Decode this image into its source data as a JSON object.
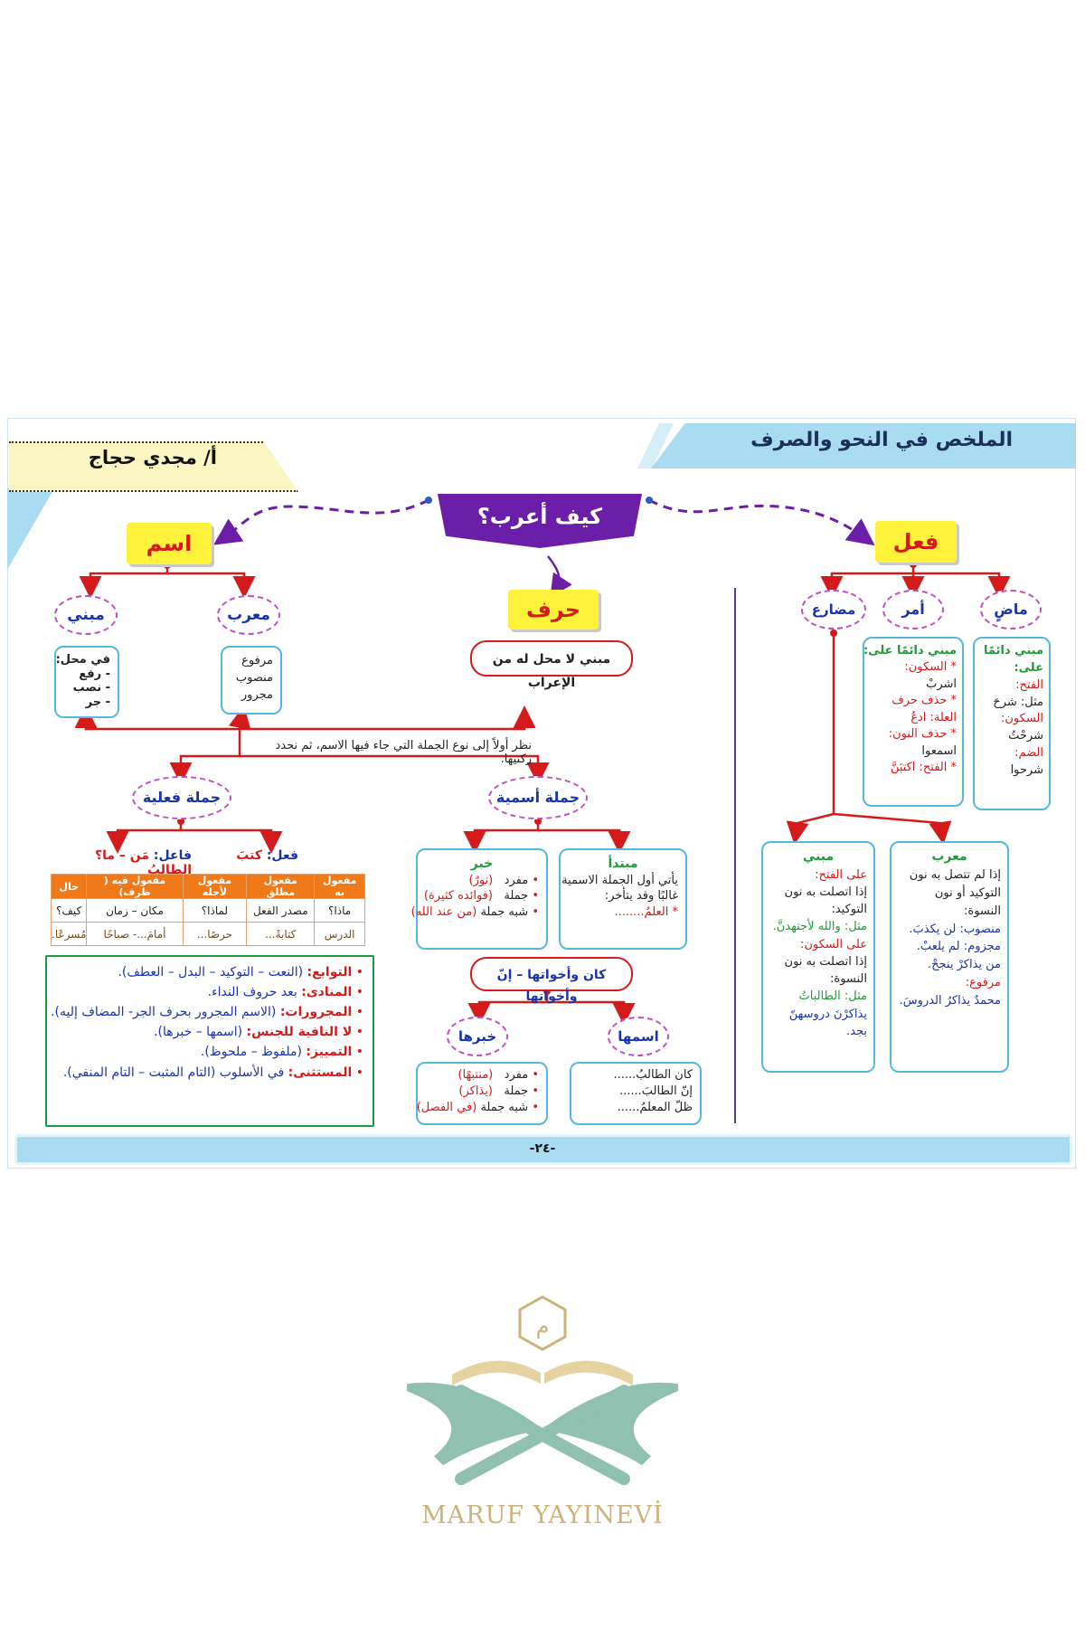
{
  "header": {
    "title": "الملخص في النحو والصرف",
    "author": "أ/ مجدي حجاج"
  },
  "center": {
    "question": "كيف أعرب؟",
    "harf": "حرف",
    "harf_desc": "مبني لا محل له من الإعراب"
  },
  "ism": {
    "title": "اسم",
    "mabni": "مبني",
    "murab": "معرب",
    "mabni_box": [
      "في محل:",
      "- رفع",
      "- نصب",
      "- جر"
    ],
    "murab_box": [
      "مرفوع",
      "منصوب",
      "مجرور"
    ]
  },
  "note": "نظر أولاً إلى نوع الجملة التي جاء فيها الاسم، ثم نحدد ركنيها.",
  "nominal": {
    "title": "جملة أسمية",
    "mubtada_title": "مبتدأ",
    "mubtada_lines": [
      "يأتي أول الجملة الاسمية",
      "غالبًا وقد يتأخر:",
      "* العلمُ........"
    ],
    "khabar_title": "خبر",
    "khabar_lines": [
      {
        "label": "مفرد",
        "ex": "(نورٌ)"
      },
      {
        "label": "جملة",
        "ex": "(فوائده كثيرة)"
      },
      {
        "label": "شبه جملة",
        "ex": "(من عند الله)"
      }
    ]
  },
  "verbal": {
    "title": "جملة فعلية",
    "fil": "فعل:",
    "fil_ex": "كتبَ",
    "fail": "فاعل:",
    "fail_ex": "مَن – ما؟ الطالبُ",
    "table_headers": [
      "مفعول به",
      "مفعول مطلق",
      "مفعول لأجله",
      "مفعول فيه ( ظرف)",
      "حال"
    ],
    "table_q": [
      "ماذا؟",
      "مصدر الفعل",
      "لماذا؟",
      "مكان – زمان",
      "كيف؟"
    ],
    "table_ex": [
      "الدرس",
      "كتابةً...",
      "حرصًا...",
      "أمامَ...- صباحًا",
      "مُسرعًا."
    ]
  },
  "kana": {
    "title": "كان وأخواتها – إنّ وأخواتها",
    "ism": "اسمها",
    "khabar": "خبرها",
    "ism_lines": [
      "كان الطالبُ......",
      "إنّ الطالبَ......",
      "ظلّ المعلمُ......"
    ],
    "khabar_lines": [
      {
        "label": "مفرد",
        "ex": "(منتبهًا)"
      },
      {
        "label": "جملة",
        "ex": "(يذاكر)"
      },
      {
        "label": "شبه جملة",
        "ex": "(في الفصل)"
      }
    ]
  },
  "green": [
    {
      "k": "التوابع:",
      "v": "(النعت – التوكيد – البدل – العطف)."
    },
    {
      "k": "المنادى:",
      "v": "بعد حروف النداء."
    },
    {
      "k": "المجرورات:",
      "v": "(الاسم المجرور بحرف الجر- المضاف إليه)."
    },
    {
      "k": "لا النافية للجنس:",
      "v": "(اسمها – خبرها)."
    },
    {
      "k": "التمييز:",
      "v": "(ملفوظ – ملحوظ)."
    },
    {
      "k": "المستثنى:",
      "v": "في الأسلوب (التام المثبت – التام المنفي)."
    }
  ],
  "fil": {
    "title": "فعل",
    "madi": "ماضٍ",
    "amr": "أمر",
    "mudari": "مضارع",
    "madi_box": [
      "مبني دائمًا",
      "على:",
      "الفتح:",
      "مثل: شرحَ",
      "السكون:",
      "شرحْتُ",
      "الضم:",
      "شرحوا"
    ],
    "amr_box": [
      "مبني دائمًا على:",
      "* السكون:",
      "اشربْ",
      "* حذف حرف",
      "العلة: ادعُ",
      "* حذف النون:",
      "اسمعوا",
      "* الفتح: اكتبَنَّ"
    ],
    "murab_title": "معرب",
    "murab_box": [
      "إذا لم تتصل به نون",
      "التوكيد أو نون",
      "النسوة:",
      "منصوب: لن يكذبَ.",
      "مجزوم: لم يلعبْ.",
      "من يذاكرْ ينجحْ.",
      "مرفوع:",
      "محمدٌ يذاكرُ الدروسَ."
    ],
    "mabni_title": "مبني",
    "mabni_box": [
      "على الفتح:",
      "إذا اتصلت به نون",
      "التوكيد:",
      "مثل: والله لأجتهدنَّ.",
      "على السكون:",
      "إذا اتصلت به نون",
      "النسوة:",
      "مثل: الطالباتُ",
      "يذاكرْنَ دروسهنّ",
      "بجد."
    ]
  },
  "page_number": "-٢٤-",
  "logo": {
    "letter": "م",
    "name": "MARUF YAYINEVİ"
  },
  "colors": {
    "banner": "#a9dcf0",
    "purple": "#6b1ea8",
    "yellow": "#fff23a",
    "red": "#d41a1a",
    "blue": "#1a33a8",
    "green": "#1f9a3a",
    "orange": "#f07a1a",
    "logo_gold": "#cbb37a",
    "logo_teal": "#8fc0b0"
  }
}
